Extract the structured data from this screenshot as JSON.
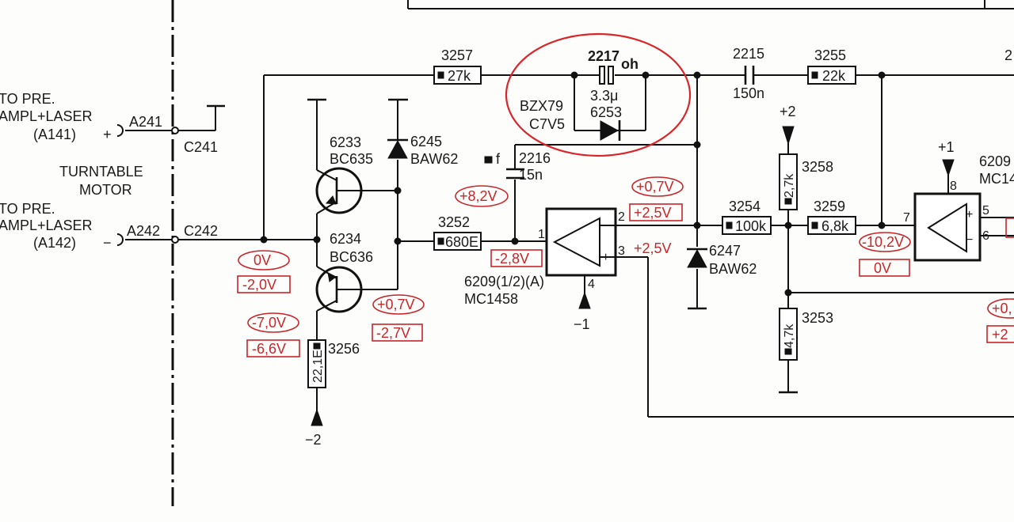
{
  "colors": {
    "annotation_red": "#c8262a",
    "ink": "#111111",
    "paper": "#fdfdfb"
  },
  "connectors": {
    "to_pre_1": "TO PRE.",
    "ampl_laser_1": "AMPL+LASER",
    "a141": "(A141)",
    "plus": "+",
    "to_pre_2": "TO PRE.",
    "ampl_laser_2": "AMPL+LASER",
    "a142": "(A142)",
    "minus": "−",
    "a241": "A241",
    "a242": "A242",
    "c241": "C241",
    "c242": "C242",
    "turntable": "TURNTABLE",
    "motor": "MOTOR"
  },
  "components": {
    "r3257": {
      "ref": "3257",
      "value": "27k"
    },
    "c2217": {
      "ref": "2217",
      "suffix": "oh",
      "value": "3.3μ"
    },
    "z6253": {
      "type": "BZX79",
      "voltage": "C7V5",
      "ref": "6253"
    },
    "c2215": {
      "ref": "2215",
      "value": "150n"
    },
    "r3255": {
      "ref": "3255",
      "value": "22k"
    },
    "q6233": {
      "ref": "6233",
      "type": "BC635"
    },
    "q6234": {
      "ref": "6234",
      "type": "BC636"
    },
    "d6245": {
      "ref": "6245",
      "type": "BAW62"
    },
    "c2216": {
      "ref": "2216",
      "value": "15n",
      "marker": "f"
    },
    "r3252": {
      "ref": "3252",
      "value": "680E"
    },
    "ic6209a": {
      "ref": "6209(1/2)(A)",
      "type": "MC1458",
      "pin1": "1",
      "pin2": "2",
      "pin3": "3",
      "pin4": "4"
    },
    "r3254": {
      "ref": "3254",
      "value": "100k"
    },
    "d6247": {
      "ref": "6247",
      "type": "BAW62"
    },
    "r3258": {
      "ref": "3258",
      "value": "2,7k"
    },
    "r3259": {
      "ref": "3259",
      "value": "6,8k"
    },
    "r3253": {
      "ref": "3253",
      "value": "4,7k"
    },
    "r3256": {
      "ref": "3256",
      "value": "22,1E"
    },
    "ic6209b": {
      "ref": "6209",
      "type": "MC14",
      "pin5": "5",
      "pin6": "6",
      "pin7": "7",
      "pin8": "8"
    },
    "edge_ref": "2"
  },
  "rails": {
    "plus2": "+2",
    "plus1": "+1",
    "minus1": "−1",
    "minus2": "−2",
    "plus25": "+2,5V"
  },
  "voltages": {
    "v0": "0V",
    "vm20": "-2,0V",
    "vm70": "-7,0V",
    "vm66": "-6,6V",
    "v82": "+8,2V",
    "vm28": "-2,8V",
    "v07a": "+0,7V",
    "vm27": "-2,7V",
    "v07b": "+0,7V",
    "v25": "+2,5V",
    "vm102": "-10,2V",
    "v0b": "0V",
    "v0c": "+0,",
    "v2c": "+2"
  }
}
